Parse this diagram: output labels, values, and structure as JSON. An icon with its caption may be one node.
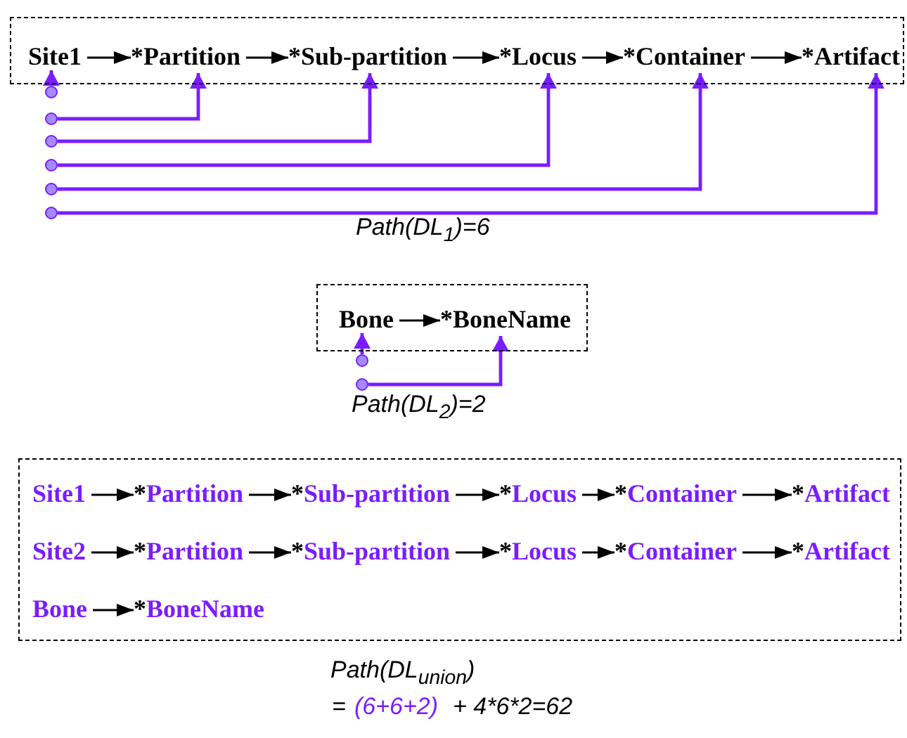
{
  "diagram": {
    "nodes": [
      {
        "text": [],
        "shape": "box"
      },
      {
        "text": [
          "Site1"
        ],
        "in": 0
      },
      {
        "text": [
          "*Partition"
        ],
        "in": 0
      },
      {
        "text": [
          "*Sub-partition"
        ],
        "in": 0
      },
      {
        "text": [
          "*Locus"
        ],
        "in": 0
      },
      {
        "text": [
          "*Container"
        ],
        "in": 0
      },
      {
        "text": [
          "*Artifact"
        ],
        "in": 0
      },
      {
        "text": [],
        "shape": "circle"
      },
      {
        "text": [],
        "shape": "circle"
      },
      {
        "text": [],
        "shape": "circle"
      },
      {
        "text": [],
        "shape": "circle"
      },
      {
        "text": [],
        "shape": "circle"
      },
      {
        "text": [],
        "shape": "circle"
      },
      {
        "text": [],
        "shape": "box"
      },
      {
        "text": [
          "Bone"
        ],
        "in": 13
      },
      {
        "text": [
          "*BoneName"
        ],
        "in": 13
      },
      {
        "text": [],
        "shape": "circle"
      },
      {
        "text": [],
        "shape": "circle"
      },
      {
        "text": [],
        "shape": "box"
      },
      {
        "text": [
          "Site1"
        ],
        "in": 18
      },
      {
        "text": [
          "*Partition"
        ],
        "in": 18
      },
      {
        "text": [
          "*Sub-partition"
        ],
        "in": 18
      },
      {
        "text": [
          "*Locus"
        ],
        "in": 18
      },
      {
        "text": [
          "*Container"
        ],
        "in": 18
      },
      {
        "text": [
          "*Artifact"
        ],
        "in": 18
      },
      {
        "text": [
          "Site2"
        ],
        "in": 18
      },
      {
        "text": [
          "*Partition"
        ],
        "in": 18
      },
      {
        "text": [
          "*Sub-partition"
        ],
        "in": 18
      },
      {
        "text": [
          "*Locus"
        ],
        "in": 18
      },
      {
        "text": [
          "*Container"
        ],
        "in": 18
      },
      {
        "text": [
          "*Artifact"
        ],
        "in": 18
      },
      {
        "text": [
          "Bone"
        ],
        "in": 18
      },
      {
        "text": [
          "*BoneName"
        ],
        "in": 18
      }
    ],
    "edges": [
      {
        "from": 1,
        "to": 2,
        "arrow": "to"
      },
      {
        "from": 2,
        "to": 3,
        "arrow": "to"
      },
      {
        "from": 3,
        "to": 4,
        "arrow": "to"
      },
      {
        "from": 4,
        "to": 5,
        "arrow": "to"
      },
      {
        "from": 5,
        "to": 6,
        "arrow": "to"
      },
      {
        "from": 7,
        "to": 1,
        "arrow": "to",
        "color": "#7a1cff"
      },
      {
        "from": 8,
        "to": 2,
        "arrow": "to",
        "color": "#7a1cff"
      },
      {
        "from": 9,
        "to": 3,
        "arrow": "to",
        "color": "#7a1cff"
      },
      {
        "from": 10,
        "to": 4,
        "arrow": "to",
        "color": "#7a1cff"
      },
      {
        "from": 11,
        "to": 5,
        "arrow": "to",
        "color": "#7a1cff"
      },
      {
        "from": 12,
        "to": 6,
        "arrow": "to",
        "color": "#7a1cff"
      },
      {
        "from": 14,
        "to": 15,
        "arrow": "to"
      },
      {
        "from": 16,
        "to": 14,
        "arrow": "to",
        "color": "#7a1cff"
      },
      {
        "from": 17,
        "to": 15,
        "arrow": "to",
        "color": "#7a1cff"
      },
      {
        "from": 19,
        "to": 20,
        "arrow": "to"
      },
      {
        "from": 20,
        "to": 21,
        "arrow": "to"
      },
      {
        "from": 21,
        "to": 22,
        "arrow": "to"
      },
      {
        "from": 22,
        "to": 23,
        "arrow": "to"
      },
      {
        "from": 23,
        "to": 24,
        "arrow": "to"
      },
      {
        "from": 25,
        "to": 26,
        "arrow": "to"
      },
      {
        "from": 26,
        "to": 27,
        "arrow": "to"
      },
      {
        "from": 27,
        "to": 28,
        "arrow": "to"
      },
      {
        "from": 28,
        "to": 29,
        "arrow": "to"
      },
      {
        "from": 29,
        "to": 30,
        "arrow": "to"
      },
      {
        "from": 31,
        "to": 32,
        "arrow": "to"
      }
    ],
    "labels": [
      "Path(DL$_{1}$)=6",
      "Path(DL$_{2}$)=2",
      "Path(DL$_{union}$)",
      "=",
      "(6+6+2)",
      "+ 4*6*2=62"
    ]
  }
}
